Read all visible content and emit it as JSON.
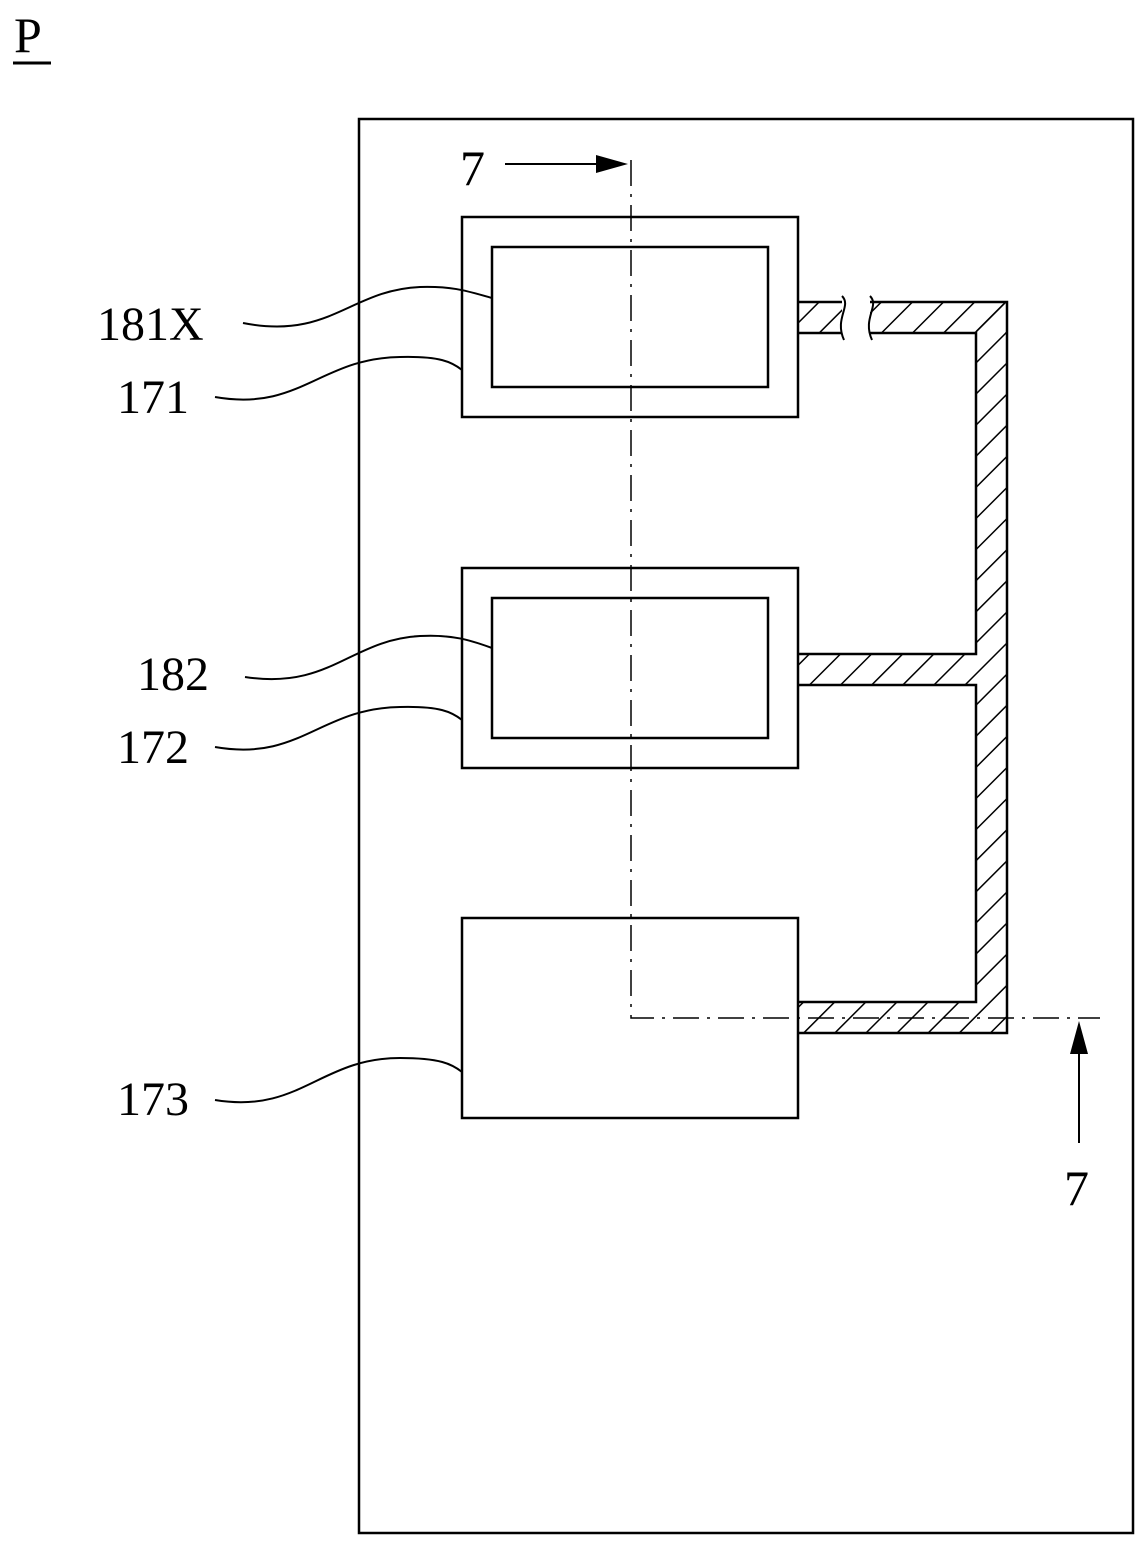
{
  "figure": {
    "title": "P",
    "section_mark_top": "7",
    "section_mark_bottom": "7"
  },
  "labels": {
    "inner_top": "181X",
    "outer_top": "171",
    "inner_middle": "182",
    "outer_middle": "172",
    "bottom_block": "173"
  }
}
